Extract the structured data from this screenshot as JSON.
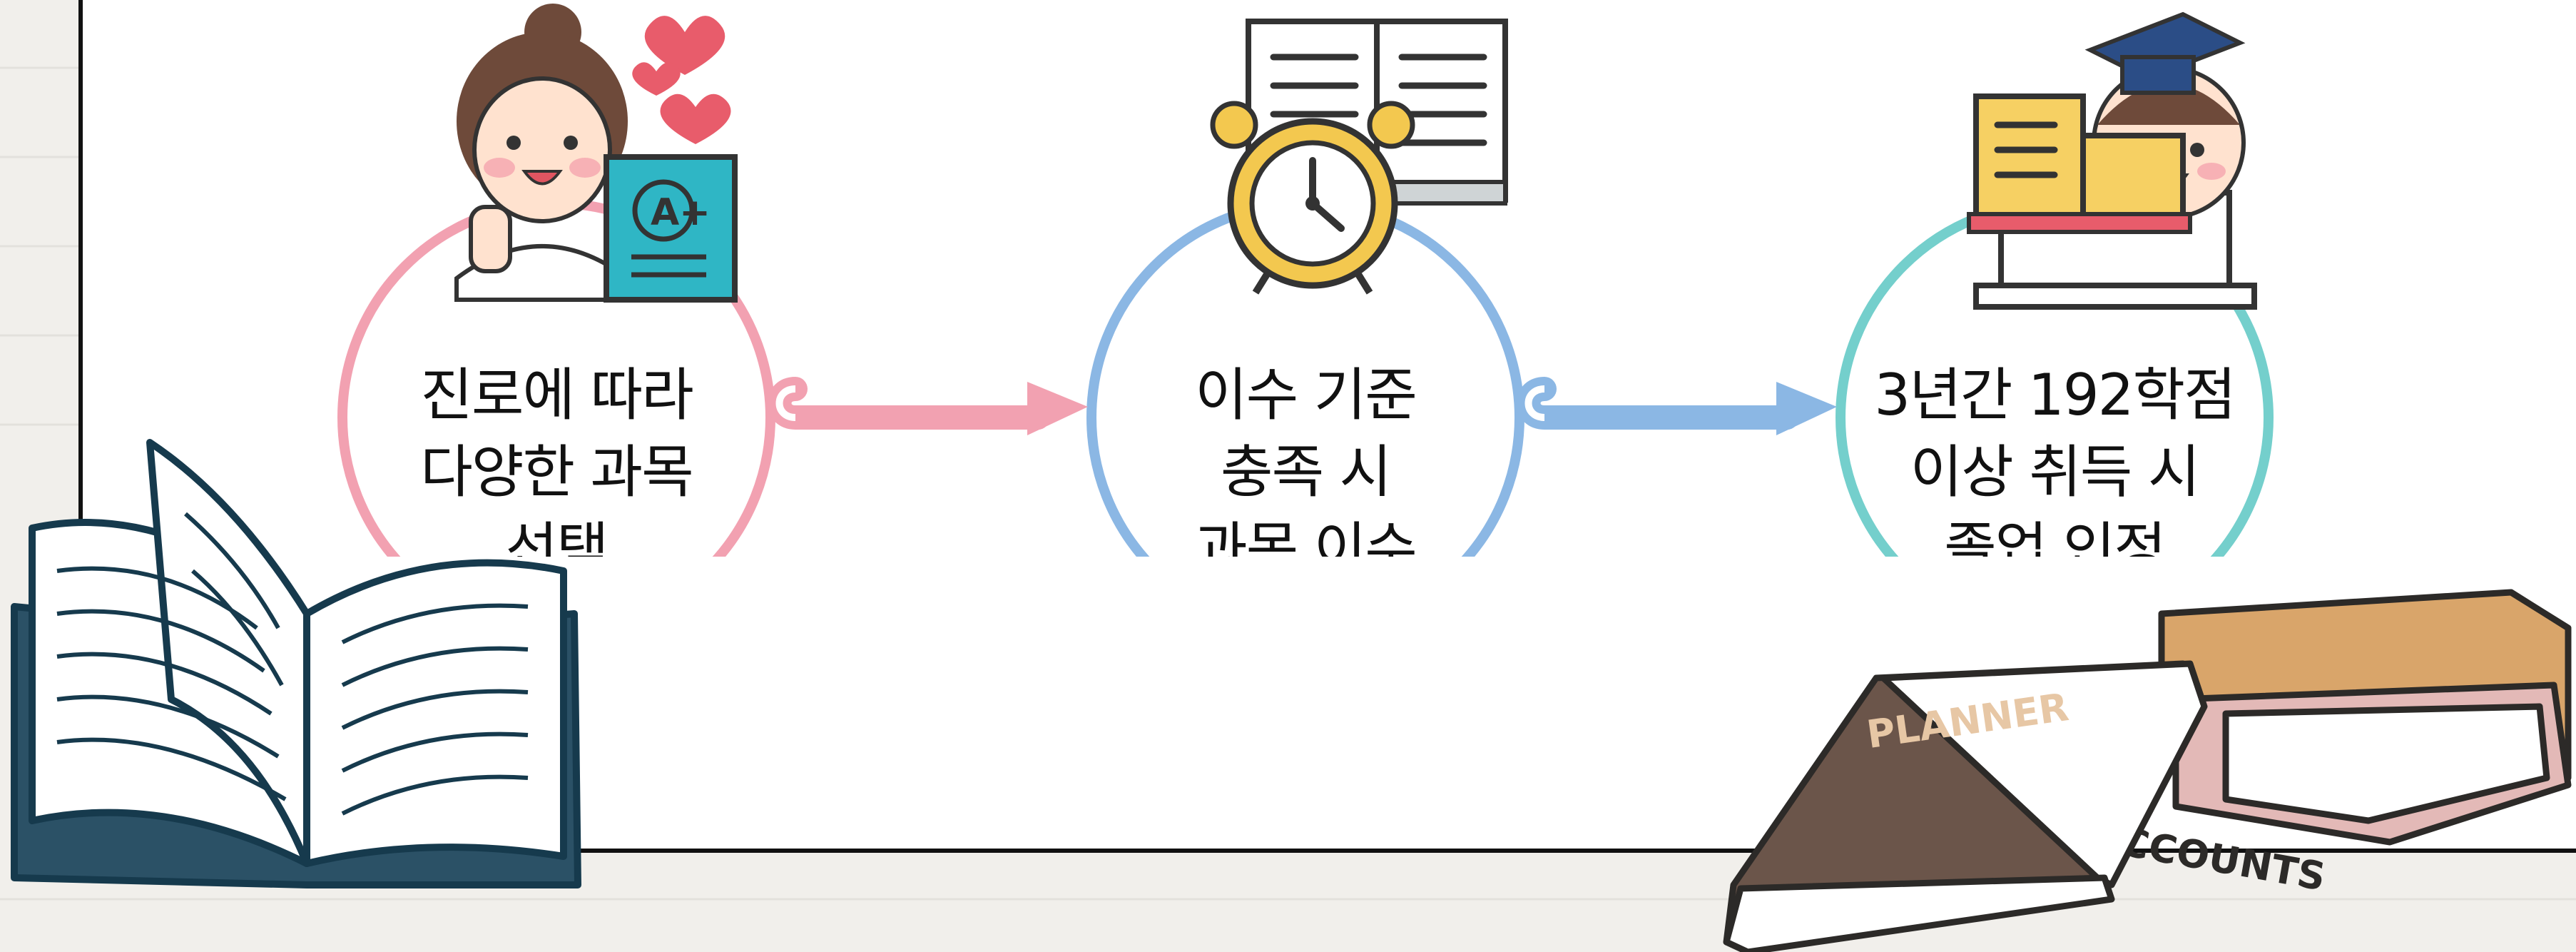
{
  "colors": {
    "step1": "#f2a1b1",
    "step2": "#8bb7e4",
    "step3": "#74cfcc",
    "grade_card": "#2fb6c5",
    "page_bg": "#f1efeb"
  },
  "steps": [
    {
      "lines": [
        "진로에 따라",
        "다양한 과목",
        "선택"
      ],
      "icon": "student-with-grade-card-icon",
      "color": "pink"
    },
    {
      "lines": [
        "이수 기준",
        "충족 시",
        "과목 이수"
      ],
      "icon": "alarm-clock-and-book-icon",
      "color": "blue"
    },
    {
      "lines": [
        "3년간 192학점",
        "이상 취득 시",
        "졸업 인정"
      ],
      "icon": "graduate-with-book-icon",
      "color": "teal"
    }
  ],
  "card": {
    "grade": "A+"
  },
  "decor": {
    "left": "open-books-illustration",
    "right": "stacked-books-illustration",
    "planner_label": "PLANNER",
    "accounts_label": "ACCOUNTS"
  }
}
